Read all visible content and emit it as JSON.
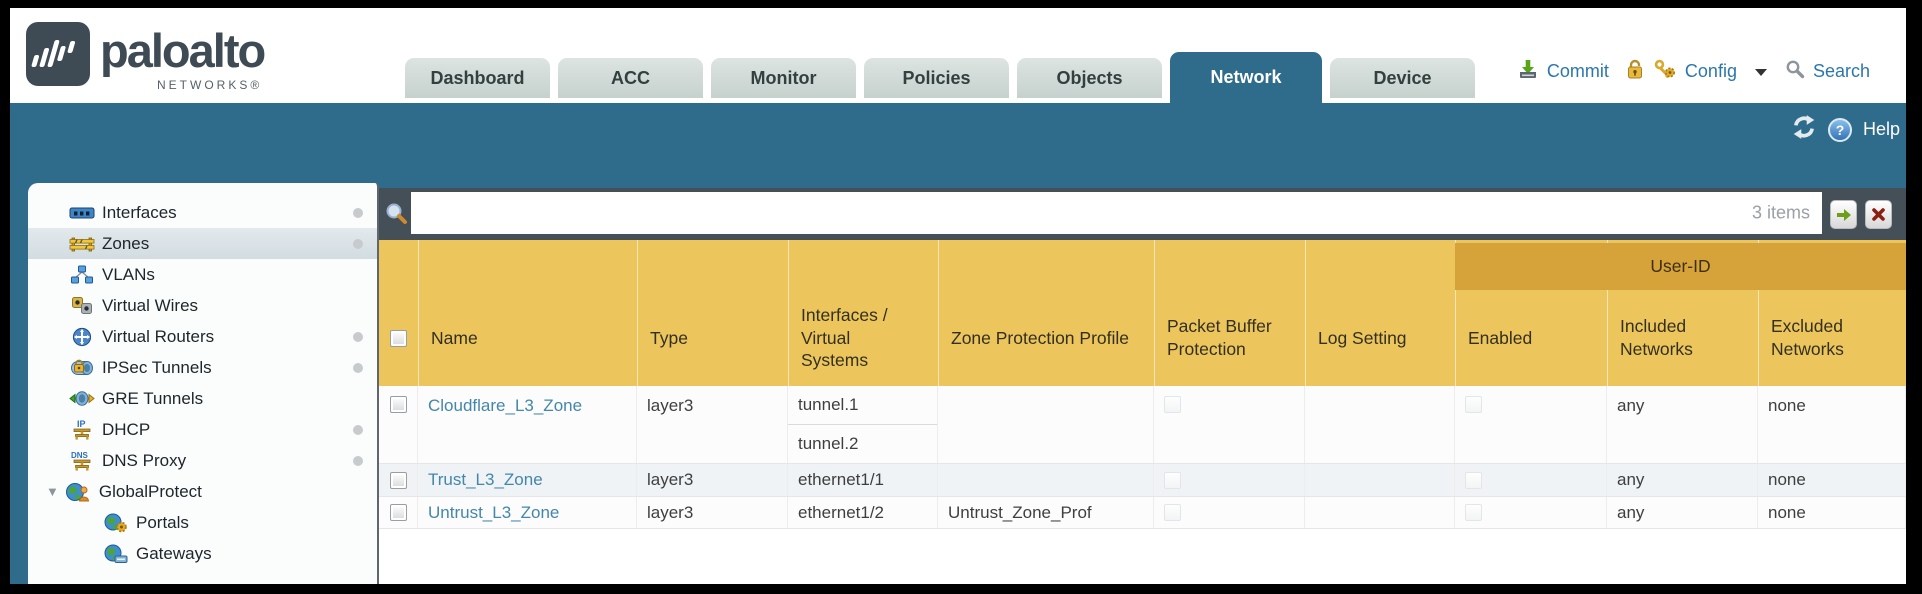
{
  "brand": {
    "name": "paloalto",
    "sub": "NETWORKS®"
  },
  "nav": {
    "tabs": [
      {
        "label": "Dashboard",
        "active": false
      },
      {
        "label": "ACC",
        "active": false
      },
      {
        "label": "Monitor",
        "active": false
      },
      {
        "label": "Policies",
        "active": false
      },
      {
        "label": "Objects",
        "active": false
      },
      {
        "label": "Network",
        "active": true
      },
      {
        "label": "Device",
        "active": false
      }
    ]
  },
  "actions": {
    "commit": "Commit",
    "config": "Config",
    "search": "Search",
    "help": "Help",
    "icons": [
      "commit-icon",
      "lock-icon",
      "config-icon",
      "search-icon",
      "refresh-icon",
      "help-icon"
    ]
  },
  "sidebar": {
    "items": [
      {
        "label": "Interfaces",
        "icon": "interfaces-icon",
        "dot": true,
        "selected": false
      },
      {
        "label": "Zones",
        "icon": "zones-icon",
        "dot": true,
        "selected": true
      },
      {
        "label": "VLANs",
        "icon": "vlans-icon",
        "dot": false,
        "selected": false
      },
      {
        "label": "Virtual Wires",
        "icon": "virtual-wires-icon",
        "dot": false,
        "selected": false
      },
      {
        "label": "Virtual Routers",
        "icon": "virtual-routers-icon",
        "dot": true,
        "selected": false
      },
      {
        "label": "IPSec Tunnels",
        "icon": "ipsec-tunnels-icon",
        "dot": true,
        "selected": false
      },
      {
        "label": "GRE Tunnels",
        "icon": "gre-tunnels-icon",
        "dot": false,
        "selected": false
      },
      {
        "label": "DHCP",
        "icon": "dhcp-icon",
        "dot": true,
        "selected": false
      },
      {
        "label": "DNS Proxy",
        "icon": "dns-proxy-icon",
        "dot": true,
        "selected": false
      },
      {
        "label": "GlobalProtect",
        "icon": "globalprotect-icon",
        "dot": false,
        "selected": false,
        "expanded": true
      },
      {
        "label": "Portals",
        "icon": "portals-icon",
        "dot": false,
        "selected": false,
        "child": true
      },
      {
        "label": "Gateways",
        "icon": "gateways-icon",
        "dot": false,
        "selected": false,
        "child": true
      }
    ]
  },
  "toolbar": {
    "search_value": "",
    "items_count": "3 items"
  },
  "table": {
    "group_header": "User-ID",
    "columns": [
      "Name",
      "Type",
      "Interfaces / Virtual Systems",
      "Zone Protection Profile",
      "Packet Buffer Protection",
      "Log Setting",
      "Enabled",
      "Included Networks",
      "Excluded Networks"
    ],
    "rows": [
      {
        "name": "Cloudflare_L3_Zone",
        "type": "layer3",
        "interfaces": [
          "tunnel.1",
          "tunnel.2"
        ],
        "zone_protection_profile": "",
        "packet_buffer_protection": false,
        "log_setting": "",
        "enabled": false,
        "included_networks": "any",
        "excluded_networks": "none"
      },
      {
        "name": "Trust_L3_Zone",
        "type": "layer3",
        "interfaces": [
          "ethernet1/1"
        ],
        "zone_protection_profile": "",
        "packet_buffer_protection": false,
        "log_setting": "",
        "enabled": false,
        "included_networks": "any",
        "excluded_networks": "none"
      },
      {
        "name": "Untrust_L3_Zone",
        "type": "layer3",
        "interfaces": [
          "ethernet1/2"
        ],
        "zone_protection_profile": "Untrust_Zone_Prof",
        "packet_buffer_protection": false,
        "log_setting": "",
        "enabled": false,
        "included_networks": "any",
        "excluded_networks": "none"
      }
    ]
  },
  "colors": {
    "band_teal": "#2f6c8c",
    "toolbar_slate": "#454f58",
    "header_amber": "#ecc55c",
    "user_id_amber": "#d6a23a",
    "link_blue": "#4487aa",
    "action_blue": "#2a77ae",
    "tab_inactive": "#ccd6d2",
    "frame_black": "#000000"
  }
}
